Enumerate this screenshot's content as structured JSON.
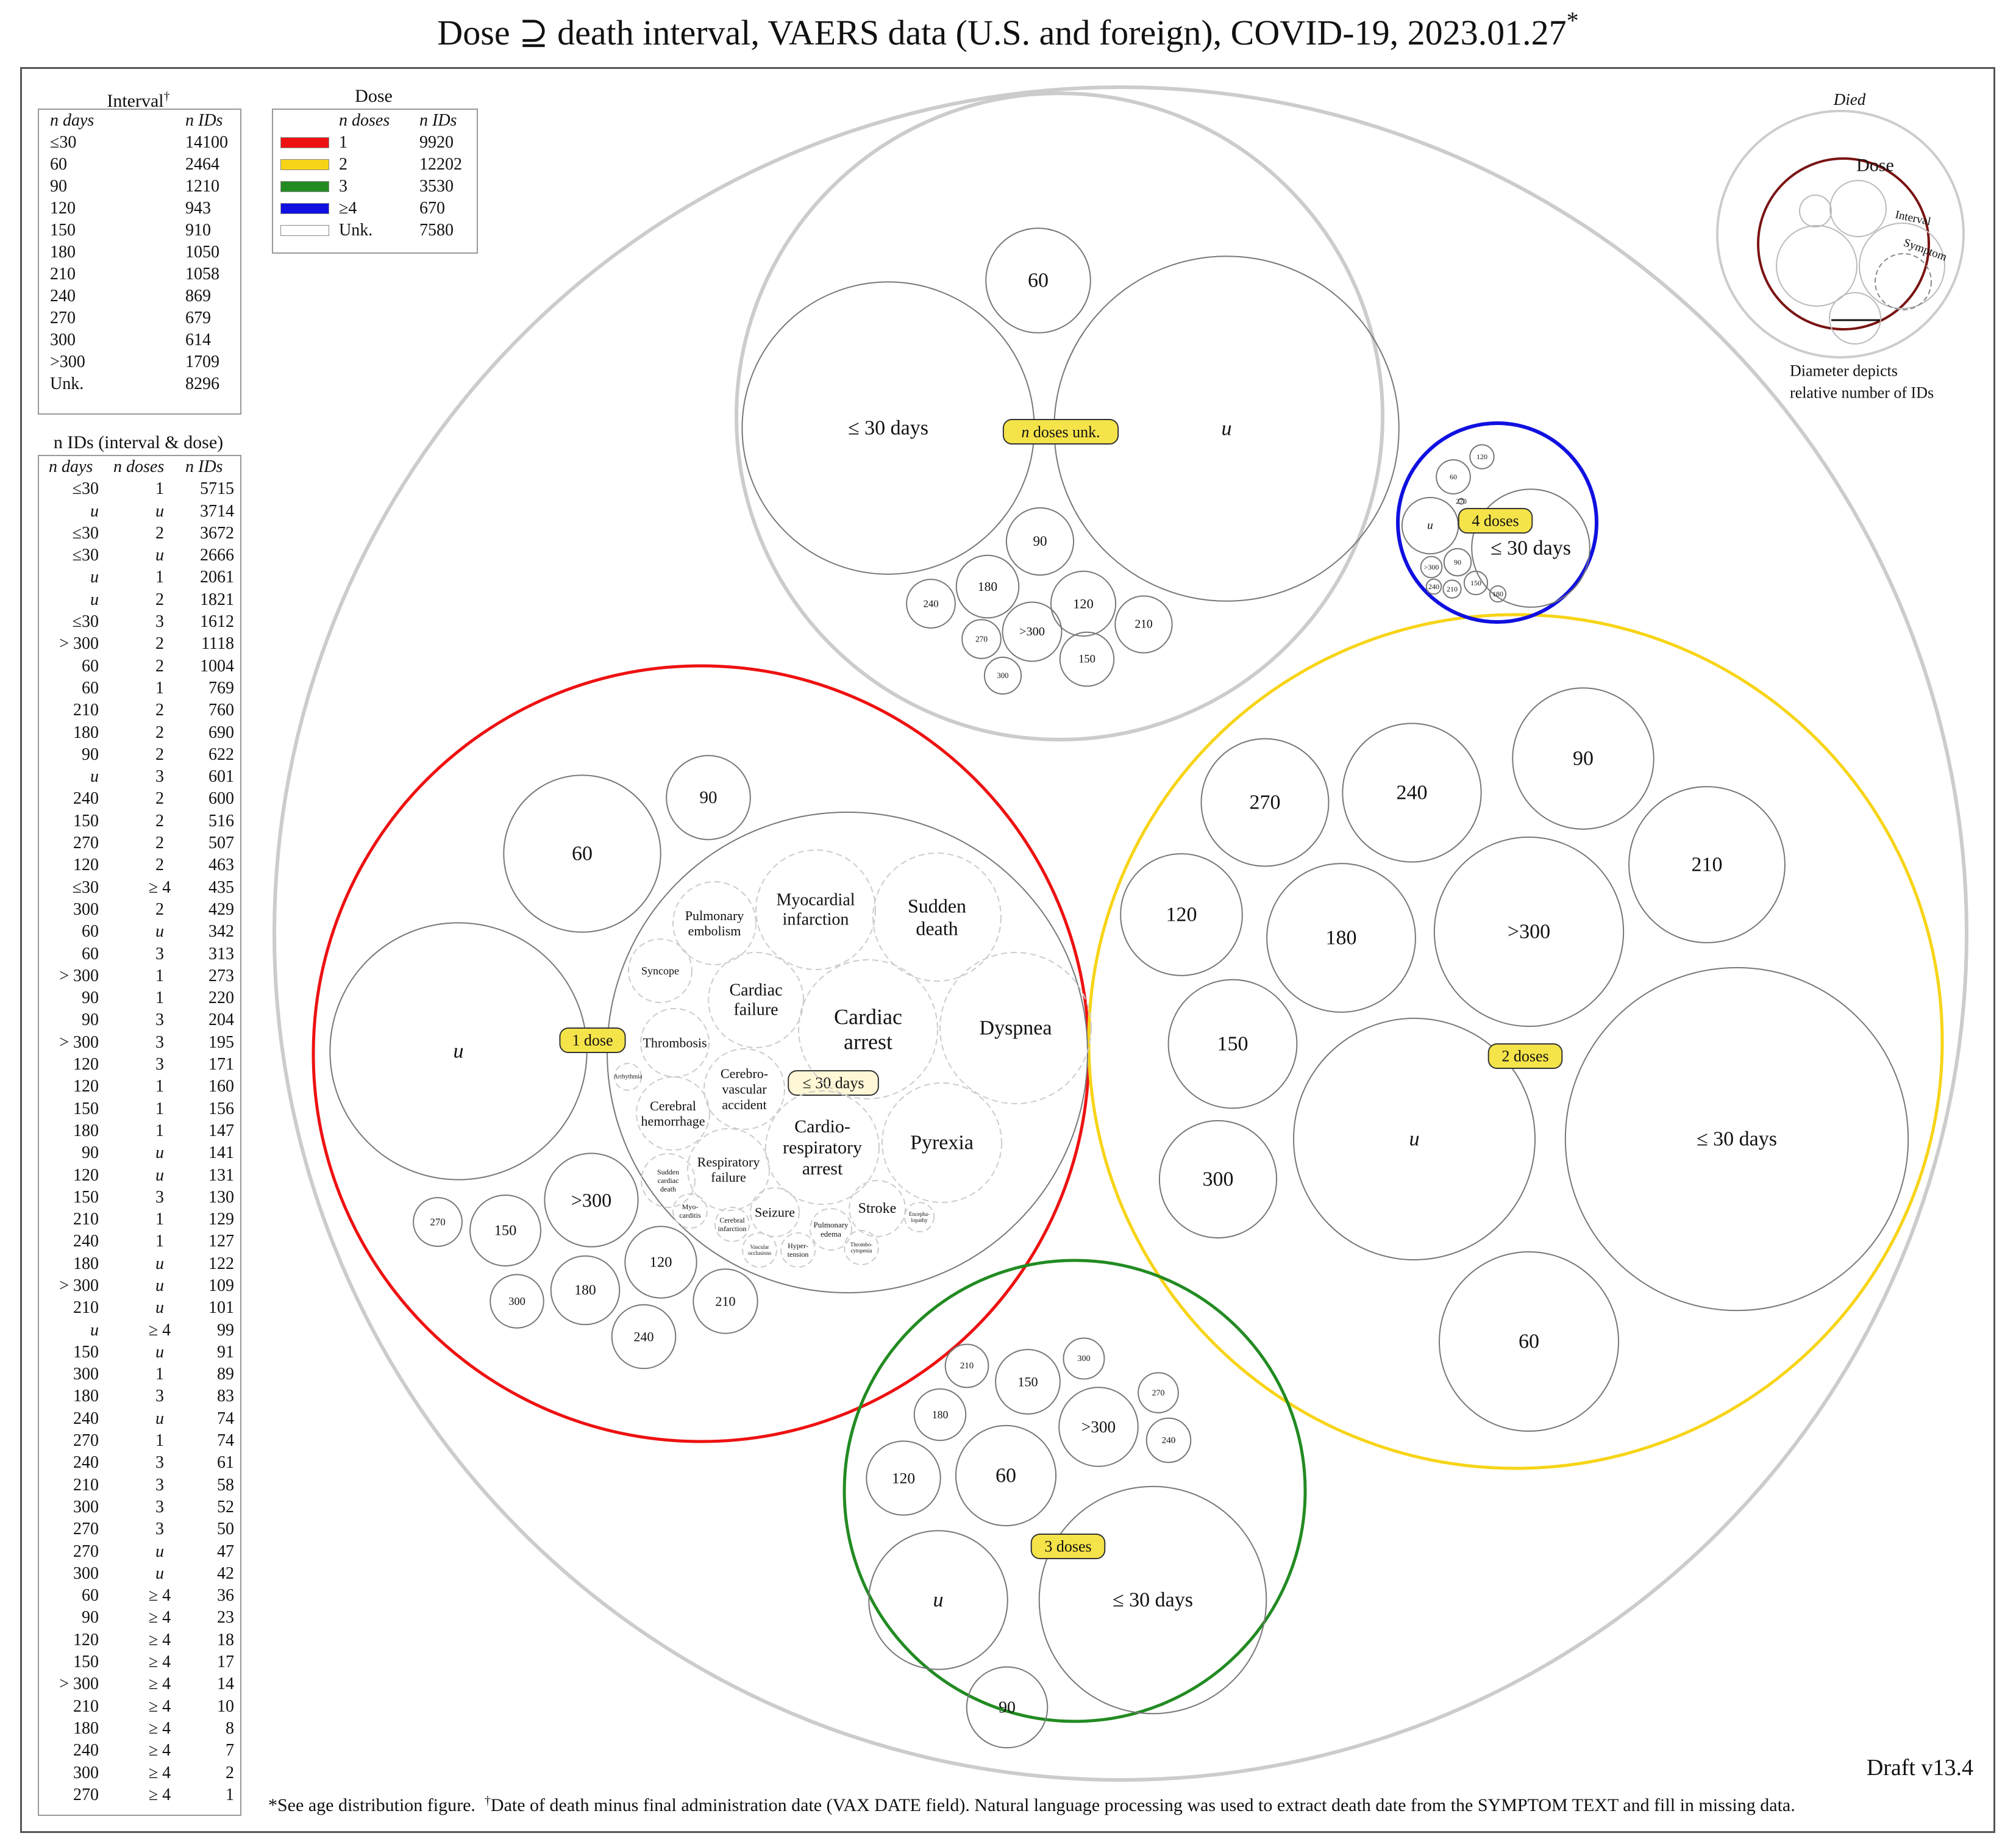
{
  "title": "Dose ⊇ death interval, VAERS data (U.S. and foreign), COVID-19, 2023.01.27",
  "title_mark": "*",
  "interval_table": {
    "caption": "Interval",
    "caption_mark": "†",
    "col1": "n days",
    "col2": "n IDs",
    "rows": [
      {
        "days": "≤30",
        "n": "14100"
      },
      {
        "days": "60",
        "n": "2464"
      },
      {
        "days": "90",
        "n": "1210"
      },
      {
        "days": "120",
        "n": "943"
      },
      {
        "days": "150",
        "n": "910"
      },
      {
        "days": "180",
        "n": "1050"
      },
      {
        "days": "210",
        "n": "1058"
      },
      {
        "days": "240",
        "n": "869"
      },
      {
        "days": "270",
        "n": "679"
      },
      {
        "days": "300",
        "n": "614"
      },
      {
        "days": ">300",
        "n": "1709"
      },
      {
        "days": "Unk.",
        "n": "8296"
      }
    ]
  },
  "dose_table": {
    "caption": "Dose",
    "col1": "n doses",
    "col2": "n IDs",
    "rows": [
      {
        "dose": "1",
        "n": "9920",
        "color": "#ee1111"
      },
      {
        "dose": "2",
        "n": "12202",
        "color": "#f7d417"
      },
      {
        "dose": "3",
        "n": "3530",
        "color": "#228b22"
      },
      {
        "dose": "≥4",
        "n": "670",
        "color": "#1010e0"
      },
      {
        "dose": "Unk.",
        "n": "7580",
        "color": "#ffffff"
      }
    ]
  },
  "combo_table": {
    "caption": "n IDs (interval & dose)",
    "col1": "n days",
    "col2": "n doses",
    "col3": "n IDs",
    "rows": [
      {
        "d": "≤30",
        "k": "1",
        "n": "5715"
      },
      {
        "d": "u",
        "k": "u",
        "n": "3714"
      },
      {
        "d": "≤30",
        "k": "2",
        "n": "3672"
      },
      {
        "d": "≤30",
        "k": "u",
        "n": "2666"
      },
      {
        "d": "u",
        "k": "1",
        "n": "2061"
      },
      {
        "d": "u",
        "k": "2",
        "n": "1821"
      },
      {
        "d": "≤30",
        "k": "3",
        "n": "1612"
      },
      {
        "d": "> 300",
        "k": "2",
        "n": "1118"
      },
      {
        "d": "60",
        "k": "2",
        "n": "1004"
      },
      {
        "d": "60",
        "k": "1",
        "n": "769"
      },
      {
        "d": "210",
        "k": "2",
        "n": "760"
      },
      {
        "d": "180",
        "k": "2",
        "n": "690"
      },
      {
        "d": "90",
        "k": "2",
        "n": "622"
      },
      {
        "d": "u",
        "k": "3",
        "n": "601"
      },
      {
        "d": "240",
        "k": "2",
        "n": "600"
      },
      {
        "d": "150",
        "k": "2",
        "n": "516"
      },
      {
        "d": "270",
        "k": "2",
        "n": "507"
      },
      {
        "d": "120",
        "k": "2",
        "n": "463"
      },
      {
        "d": "≤30",
        "k": "≥ 4",
        "n": "435"
      },
      {
        "d": "300",
        "k": "2",
        "n": "429"
      },
      {
        "d": "60",
        "k": "u",
        "n": "342"
      },
      {
        "d": "60",
        "k": "3",
        "n": "313"
      },
      {
        "d": "> 300",
        "k": "1",
        "n": "273"
      },
      {
        "d": "90",
        "k": "1",
        "n": "220"
      },
      {
        "d": "90",
        "k": "3",
        "n": "204"
      },
      {
        "d": "> 300",
        "k": "3",
        "n": "195"
      },
      {
        "d": "120",
        "k": "3",
        "n": "171"
      },
      {
        "d": "120",
        "k": "1",
        "n": "160"
      },
      {
        "d": "150",
        "k": "1",
        "n": "156"
      },
      {
        "d": "180",
        "k": "1",
        "n": "147"
      },
      {
        "d": "90",
        "k": "u",
        "n": "141"
      },
      {
        "d": "120",
        "k": "u",
        "n": "131"
      },
      {
        "d": "150",
        "k": "3",
        "n": "130"
      },
      {
        "d": "210",
        "k": "1",
        "n": "129"
      },
      {
        "d": "240",
        "k": "1",
        "n": "127"
      },
      {
        "d": "180",
        "k": "u",
        "n": "122"
      },
      {
        "d": "> 300",
        "k": "u",
        "n": "109"
      },
      {
        "d": "210",
        "k": "u",
        "n": "101"
      },
      {
        "d": "u",
        "k": "≥ 4",
        "n": "99"
      },
      {
        "d": "150",
        "k": "u",
        "n": "91"
      },
      {
        "d": "300",
        "k": "1",
        "n": "89"
      },
      {
        "d": "180",
        "k": "3",
        "n": "83"
      },
      {
        "d": "240",
        "k": "u",
        "n": "74"
      },
      {
        "d": "270",
        "k": "1",
        "n": "74"
      },
      {
        "d": "240",
        "k": "3",
        "n": "61"
      },
      {
        "d": "210",
        "k": "3",
        "n": "58"
      },
      {
        "d": "300",
        "k": "3",
        "n": "52"
      },
      {
        "d": "270",
        "k": "3",
        "n": "50"
      },
      {
        "d": "270",
        "k": "u",
        "n": "47"
      },
      {
        "d": "300",
        "k": "u",
        "n": "42"
      },
      {
        "d": "60",
        "k": "≥ 4",
        "n": "36"
      },
      {
        "d": "90",
        "k": "≥ 4",
        "n": "23"
      },
      {
        "d": "120",
        "k": "≥ 4",
        "n": "18"
      },
      {
        "d": "150",
        "k": "≥ 4",
        "n": "17"
      },
      {
        "d": "> 300",
        "k": "≥ 4",
        "n": "14"
      },
      {
        "d": "210",
        "k": "≥ 4",
        "n": "10"
      },
      {
        "d": "180",
        "k": "≥ 4",
        "n": "8"
      },
      {
        "d": "240",
        "k": "≥ 4",
        "n": "7"
      },
      {
        "d": "300",
        "k": "≥ 4",
        "n": "2"
      },
      {
        "d": "270",
        "k": "≥ 4",
        "n": "1"
      }
    ]
  },
  "key": {
    "died": "Died",
    "dose": "Dose",
    "interval": "Interval",
    "symptom": "Symptom",
    "note_line1": "Diameter depicts",
    "note_line2": "relative number of IDs"
  },
  "groups": {
    "unknown": {
      "badge": "n doses unk.",
      "color": "#cccccc",
      "bubbles": [
        {
          "label": "≤ 30 days",
          "n": 2666
        },
        {
          "label": "u",
          "n": 3714
        },
        {
          "label": "60",
          "n": 342
        },
        {
          "label": "90",
          "n": 141
        },
        {
          "label": "180",
          "n": 122
        },
        {
          "label": "120",
          "n": 131
        },
        {
          "label": "240",
          "n": 74
        },
        {
          "label": ">300",
          "n": 109
        },
        {
          "label": "210",
          "n": 101
        },
        {
          "label": "270",
          "n": 47
        },
        {
          "label": "150",
          "n": 91
        },
        {
          "label": "300",
          "n": 42
        }
      ]
    },
    "dose1": {
      "badge": "1 dose",
      "color": "#ee1111",
      "bubbles": [
        {
          "label": "u",
          "n": 2061
        },
        {
          "label": "60",
          "n": 769
        },
        {
          "label": "90",
          "n": 220
        },
        {
          "label": ">300",
          "n": 273
        },
        {
          "label": "270",
          "n": 74
        },
        {
          "label": "150",
          "n": 156
        },
        {
          "label": "300",
          "n": 89
        },
        {
          "label": "180",
          "n": 147
        },
        {
          "label": "120",
          "n": 160
        },
        {
          "label": "240",
          "n": 127
        },
        {
          "label": "210",
          "n": 129
        }
      ],
      "inner_badge": "≤ 30 days",
      "symptoms": [
        {
          "l1": "Pulmonary",
          "l2": "embolism"
        },
        {
          "l1": "Myocardial",
          "l2": "infarction"
        },
        {
          "l1": "Sudden",
          "l2": "death"
        },
        {
          "l1": "Syncope",
          "l2": ""
        },
        {
          "l1": "Cardiac",
          "l2": "failure"
        },
        {
          "l1": "Cardiac",
          "l2": "arrest"
        },
        {
          "l1": "Dyspnea",
          "l2": ""
        },
        {
          "l1": "Thrombosis",
          "l2": ""
        },
        {
          "l1": "Arrhythmia",
          "l2": ""
        },
        {
          "l1": "Cerebro-",
          "l2": "vascular",
          "l3": "accident"
        },
        {
          "l1": "Cerebral",
          "l2": "hemorrhage"
        },
        {
          "l1": "Cardio-",
          "l2": "respiratory",
          "l3": "arrest"
        },
        {
          "l1": "Pyrexia",
          "l2": ""
        },
        {
          "l1": "Respiratory",
          "l2": "failure"
        },
        {
          "l1": "Sudden",
          "l2": "cardiac",
          "l3": "death"
        },
        {
          "l1": "Myo-",
          "l2": "carditis"
        },
        {
          "l1": "Cerebral",
          "l2": "infarction"
        },
        {
          "l1": "Seizure",
          "l2": ""
        },
        {
          "l1": "Pulmonary",
          "l2": "edema"
        },
        {
          "l1": "Stroke",
          "l2": ""
        },
        {
          "l1": "Encepha-",
          "l2": "lopathy"
        },
        {
          "l1": "Vascular",
          "l2": "occlusions"
        },
        {
          "l1": "Hyper-",
          "l2": "tension"
        },
        {
          "l1": "Thrombo-",
          "l2": "cytopenia"
        }
      ]
    },
    "dose2": {
      "badge": "2 doses",
      "color": "#f7d417",
      "bubbles": [
        {
          "label": "≤ 30 days",
          "n": 3672
        },
        {
          "label": "u",
          "n": 1821
        },
        {
          "label": ">300",
          "n": 1118
        },
        {
          "label": "60",
          "n": 1004
        },
        {
          "label": "210",
          "n": 760
        },
        {
          "label": "180",
          "n": 690
        },
        {
          "label": "90",
          "n": 622
        },
        {
          "label": "240",
          "n": 600
        },
        {
          "label": "150",
          "n": 516
        },
        {
          "label": "270",
          "n": 507
        },
        {
          "label": "120",
          "n": 463
        },
        {
          "label": "300",
          "n": 429
        }
      ]
    },
    "dose3": {
      "badge": "3 doses",
      "color": "#228b22",
      "bubbles": [
        {
          "label": "≤ 30 days",
          "n": 1612
        },
        {
          "label": "u",
          "n": 601
        },
        {
          "label": "60",
          "n": 313
        },
        {
          "label": "90",
          "n": 204
        },
        {
          "label": ">300",
          "n": 195
        },
        {
          "label": "120",
          "n": 171
        },
        {
          "label": "150",
          "n": 130
        },
        {
          "label": "180",
          "n": 83
        },
        {
          "label": "240",
          "n": 61
        },
        {
          "label": "210",
          "n": 58
        },
        {
          "label": "300",
          "n": 52
        },
        {
          "label": "270",
          "n": 50
        }
      ]
    },
    "dose4": {
      "badge": "4 doses",
      "color": "#1010e0",
      "bubbles": [
        {
          "label": "≤ 30 days",
          "n": 435
        },
        {
          "label": "u",
          "n": 99
        },
        {
          "label": "60",
          "n": 36
        },
        {
          "label": "120",
          "n": 18
        },
        {
          "label": "90",
          "n": 23
        },
        {
          "label": ">300",
          "n": 14
        },
        {
          "label": "240",
          "n": 7
        },
        {
          "label": "210",
          "n": 10
        },
        {
          "label": "150",
          "n": 17
        },
        {
          "label": "180",
          "n": 8
        },
        {
          "label": "270",
          "n": 1
        },
        {
          "label": "300",
          "n": 2
        }
      ]
    }
  },
  "draft": "Draft v13.4",
  "footnote_a": "*See age distribution figure.",
  "footnote_mark": "†",
  "footnote_b": "Date of death minus final administration date (VAX DATE field). Natural language processing was used to extract death date from the SYMPTOM TEXT and fill in missing data."
}
